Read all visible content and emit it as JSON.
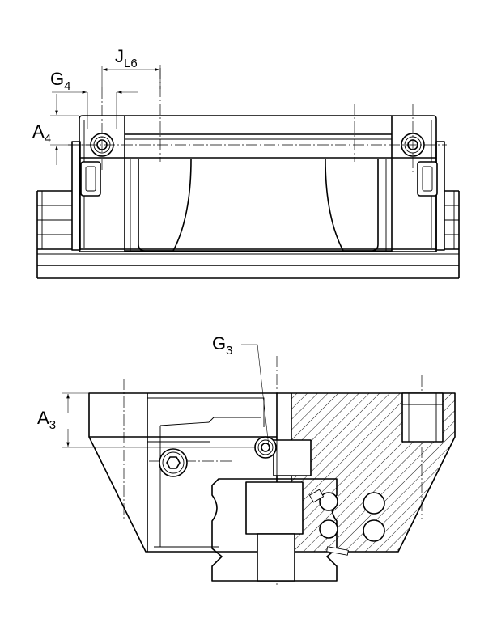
{
  "top_view": {
    "dims": {
      "jl6": {
        "main": "J",
        "sub": "L6"
      },
      "g4": {
        "main": "G",
        "sub": "4"
      },
      "a4": {
        "main": "A",
        "sub": "4"
      }
    }
  },
  "section_view": {
    "dims": {
      "g3": {
        "main": "G",
        "sub": "3"
      },
      "a3": {
        "main": "A",
        "sub": "3"
      }
    }
  }
}
